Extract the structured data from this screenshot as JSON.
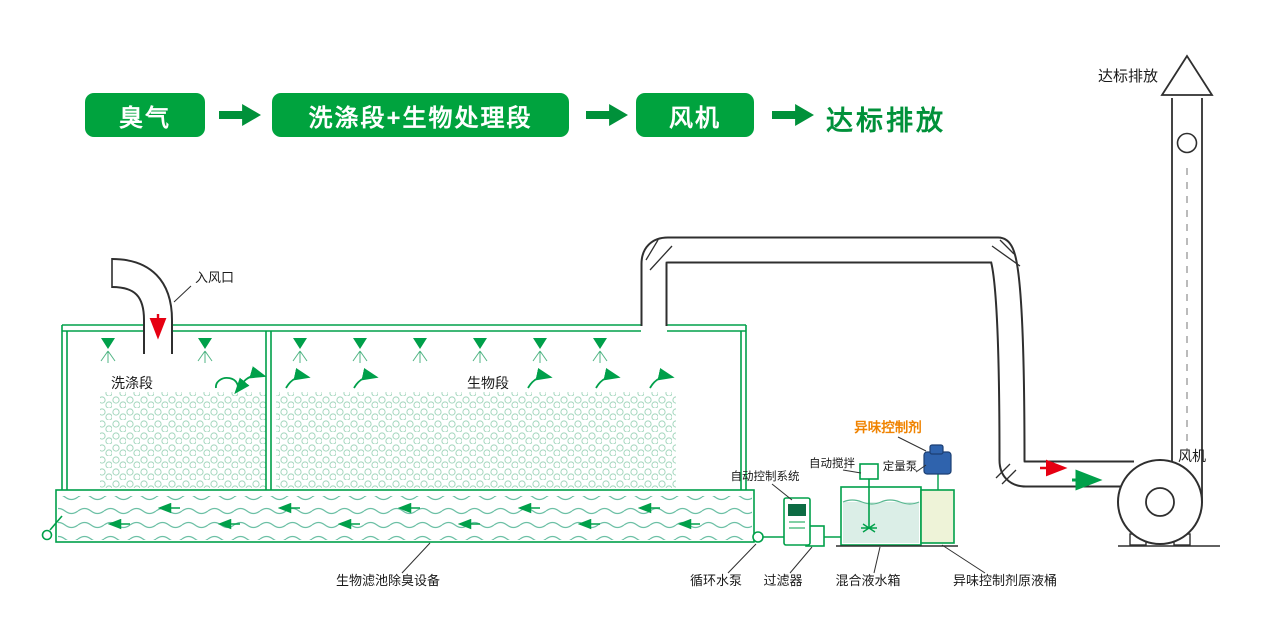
{
  "colors": {
    "brand_green": "#00a33e",
    "arrow_green": "#00913a",
    "diagram_green": "#00a04a",
    "duct_black": "#2f2f2f",
    "accent_orange": "#f08300",
    "accent_red": "#e60012",
    "pump_blue": "#2f63ad",
    "water_fill": "#dbeee7"
  },
  "flow": {
    "steps": [
      {
        "label": "臭气",
        "type": "box"
      },
      {
        "label": "洗涤段+生物处理段",
        "type": "box"
      },
      {
        "label": "风机",
        "type": "box"
      },
      {
        "label": "达标排放",
        "type": "text"
      }
    ]
  },
  "diagram": {
    "air_inlet": "入风口",
    "washing_section": "洗涤段",
    "bio_section": "生物段",
    "stack_label": "达标排放",
    "fan_label": "风机",
    "odor_agent": "异味控制剂",
    "auto_control": "自动控制系统",
    "auto_mix": "自动搅拌",
    "metering_pump": "定量泵",
    "equipment": "生物滤池除臭设备",
    "circ_pump": "循环水泵",
    "filter": "过滤器",
    "mix_tank": "混合液水箱",
    "agent_barrel": "异味控制剂原液桶"
  }
}
